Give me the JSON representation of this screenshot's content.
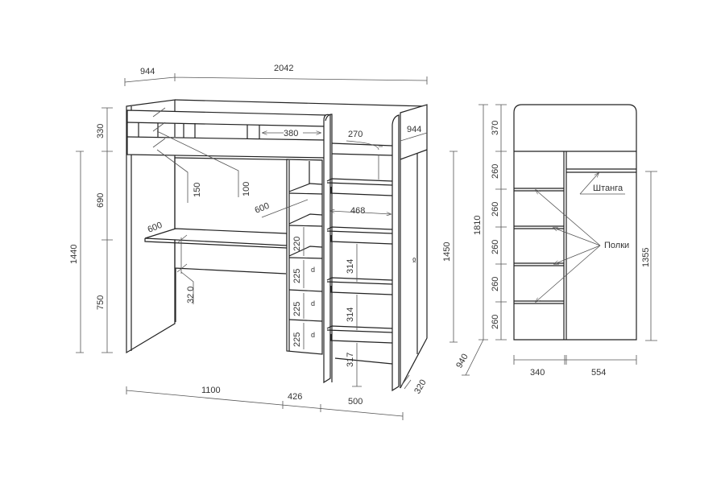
{
  "front_view": {
    "dims": {
      "depth_top": "944",
      "length_top": "2042",
      "h_guard": "330",
      "h_under_bed": "690",
      "h_desk": "750",
      "h_total_under": "1440",
      "guard_cutout": "380",
      "h_ladder_top": "270",
      "depth_right": "944",
      "cut_150": "150",
      "cut_100": "100",
      "shelf_depth": "600",
      "desk_depth": "600",
      "step_width": "468",
      "shelf_220": "220",
      "drawer_1": "225",
      "drawer_2": "225",
      "drawer_3": "225",
      "step_1": "314",
      "step_2": "314",
      "step_3": "317",
      "desk_panel": "32 0",
      "h_right": "1450",
      "bottom_desk": "1100",
      "bottom_shelf": "426",
      "bottom_ladder": "500",
      "ladder_depth": "320"
    }
  },
  "side_view": {
    "dims": {
      "h_total": "1810",
      "h_body": "1450",
      "depth": "940",
      "sect_top": "370",
      "sect_1": "260",
      "sect_2": "260",
      "sect_3": "260",
      "sect_4": "260",
      "sect_5": "260",
      "h_rod": "1355",
      "w_left": "340",
      "w_right": "554"
    },
    "labels": {
      "rod": "Штанга",
      "shelves": "Полки"
    }
  }
}
